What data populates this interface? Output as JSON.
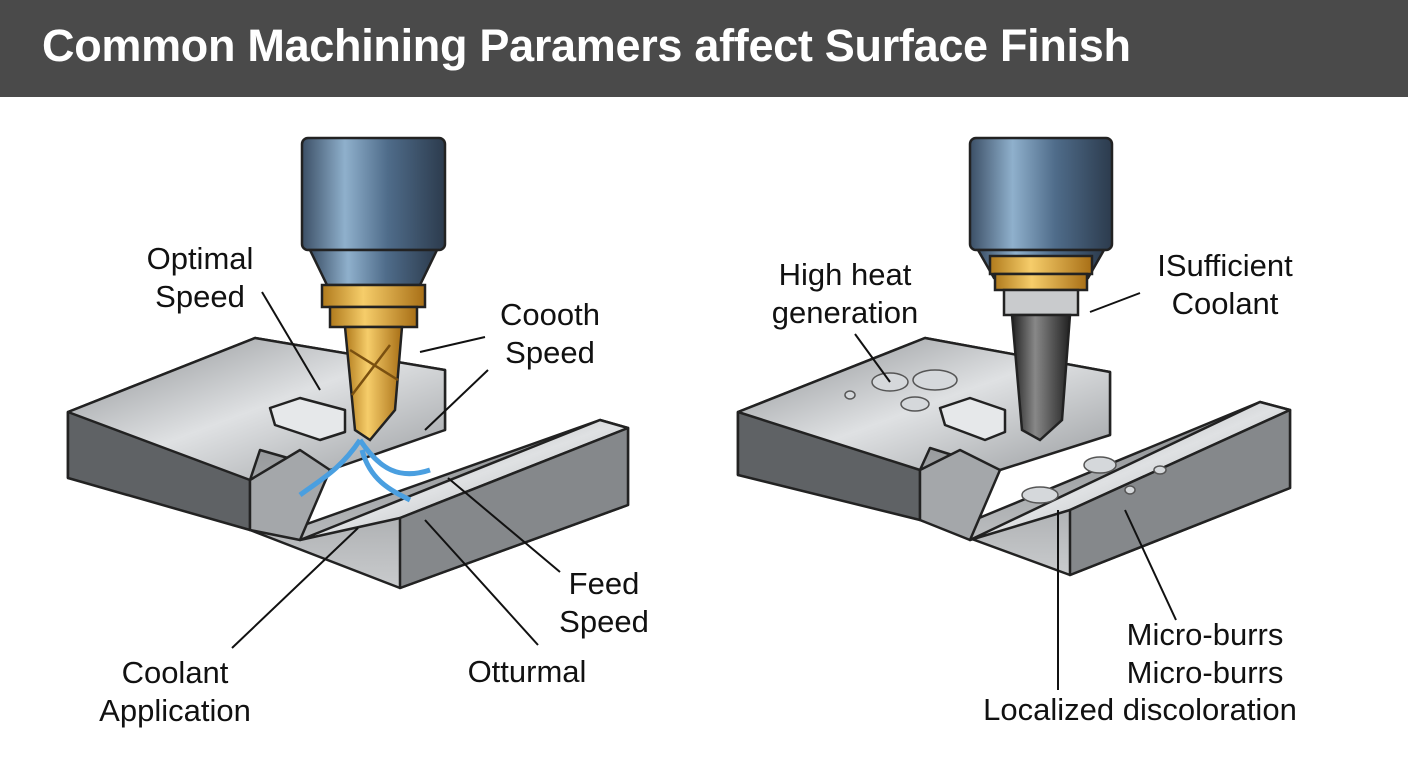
{
  "title": "Common Machining Paramers affect Surface Finish",
  "left_panel": {
    "labels": {
      "optimal_speed": [
        "Optimal",
        "Speed"
      ],
      "coooth_speed": [
        "Coooth",
        "Speed"
      ],
      "feed_speed": [
        "Feed",
        "Speed"
      ],
      "coolant_application": [
        "Coolant",
        "Application"
      ],
      "otturmal": "Otturmal"
    }
  },
  "right_panel": {
    "labels": {
      "high_heat": [
        "High heat",
        "generation"
      ],
      "insufficient_coolant": [
        "ISufficient",
        "Coolant"
      ],
      "micro_burrs": [
        "Micro-burrs",
        "Micro-burrs"
      ],
      "discoloration": "Localized discoloration"
    }
  },
  "colors": {
    "title_bar": "#4a4a4a",
    "gold": "#e0a838",
    "steel": "#5a7a99",
    "metal": "#b9bcbf"
  }
}
